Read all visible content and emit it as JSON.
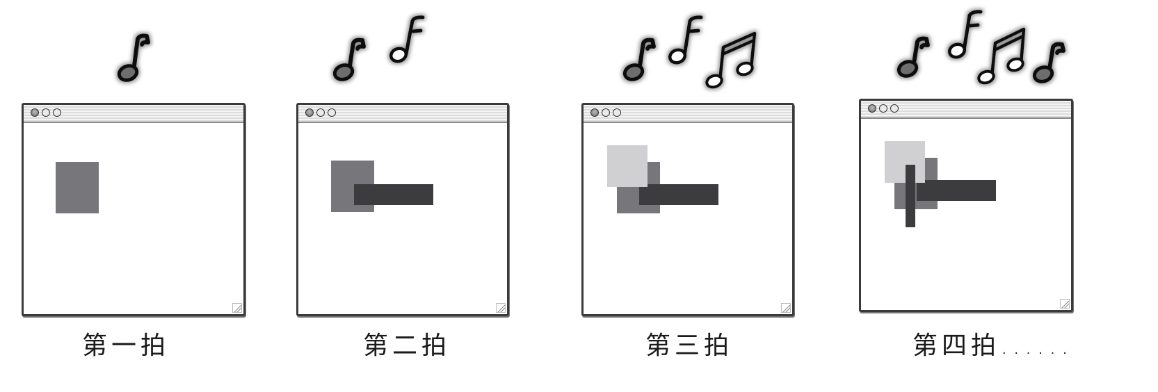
{
  "colors": {
    "medium_gray": "#77767b",
    "dark_gray": "#3c3b3d",
    "light_gray": "#d0cfd1"
  },
  "panels": [
    {
      "caption": "第一拍",
      "notes": [
        "quarter-note-filled"
      ],
      "shapes": [
        "medium-gray-rectangle"
      ]
    },
    {
      "caption": "第二拍",
      "notes": [
        "quarter-note-filled",
        "eighth-note-hollow"
      ],
      "shapes": [
        "medium-gray-rectangle",
        "dark-horizontal-bar"
      ]
    },
    {
      "caption": "第三拍",
      "notes": [
        "quarter-note-filled",
        "eighth-note-hollow",
        "beamed-sixteenth-notes"
      ],
      "shapes": [
        "medium-gray-rectangle",
        "dark-horizontal-bar",
        "light-gray-square"
      ]
    },
    {
      "caption": "第四拍......",
      "notes": [
        "quarter-note-filled",
        "eighth-note-hollow",
        "beamed-sixteenth-notes",
        "quarter-note-filled"
      ],
      "shapes": [
        "medium-gray-rectangle",
        "dark-horizontal-bar",
        "light-gray-square",
        "dark-vertical-bar"
      ]
    }
  ]
}
